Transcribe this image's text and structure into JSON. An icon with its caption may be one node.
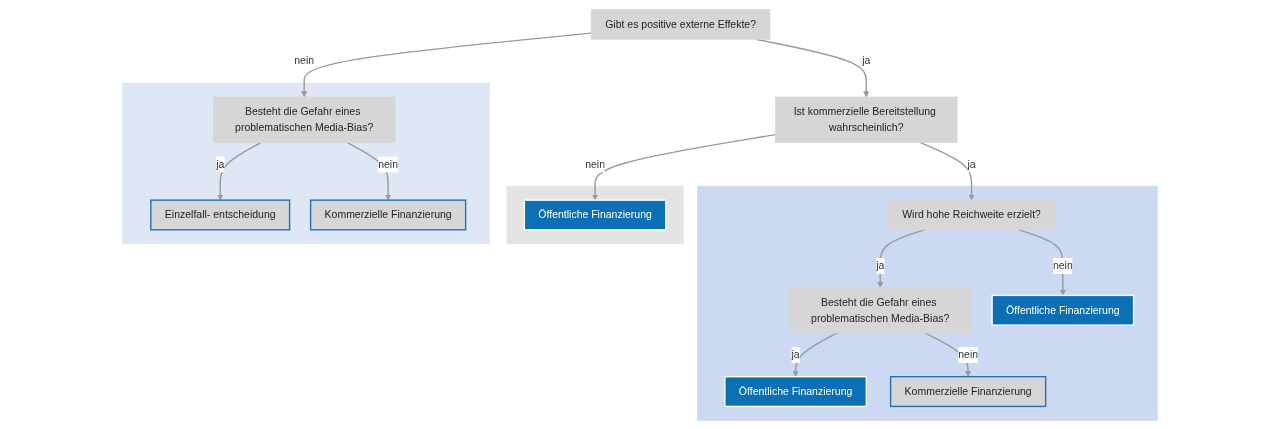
{
  "diagram": {
    "nodes": [
      {
        "text": [
          "Gibt es positive externe Effekte?"
        ]
      },
      {
        "text": [],
        "shape": "box"
      },
      {
        "text": [
          "Ist kommerzielle Bereitstellung wahrscheinlich?"
        ]
      },
      {
        "text": [
          "Wird hohe Reichweite erzielt?"
        ],
        "in": 1
      },
      {
        "text": [
          "Besteht die Gefahr eines problematischen Media-Bias?"
        ],
        "in": 1
      },
      {
        "text": [
          "Öffentliche Finanzierung"
        ],
        "in": 1
      },
      {
        "text": [
          "Kommerzielle Finanzierung"
        ],
        "in": 1
      },
      {
        "text": [
          "Öffentliche Finanzierung"
        ],
        "in": 1
      },
      {
        "text": [],
        "shape": "box"
      },
      {
        "text": [
          "Öffentliche Finanzierung"
        ],
        "in": 8
      },
      {
        "text": [],
        "shape": "box"
      },
      {
        "text": [
          "Besteht die Gefahr eines problematischen Media-Bias?"
        ],
        "in": 10
      },
      {
        "text": [
          "Einzelfall- entscheidung"
        ],
        "in": 10
      },
      {
        "text": [
          "Kommerzielle Finanzierung"
        ],
        "in": 10
      }
    ],
    "edges": [
      {
        "from": 0,
        "to": 2,
        "arrow": "to",
        "label": "ja"
      },
      {
        "from": 0,
        "to": 11,
        "arrow": "to",
        "label": "nein"
      },
      {
        "from": 2,
        "to": 3,
        "arrow": "to",
        "label": "ja"
      },
      {
        "from": 2,
        "to": 9,
        "arrow": "to",
        "label": "nein"
      },
      {
        "from": 3,
        "to": 4,
        "arrow": "to",
        "label": "ja"
      },
      {
        "from": 3,
        "to": 7,
        "arrow": "to",
        "label": "nein"
      },
      {
        "from": 4,
        "to": 5,
        "arrow": "to",
        "label": "ja"
      },
      {
        "from": 4,
        "to": 6,
        "arrow": "to",
        "label": "nein"
      },
      {
        "from": 11,
        "to": 12,
        "arrow": "to",
        "label": "ja"
      },
      {
        "from": 11,
        "to": 13,
        "arrow": "to",
        "label": "nein"
      }
    ]
  }
}
